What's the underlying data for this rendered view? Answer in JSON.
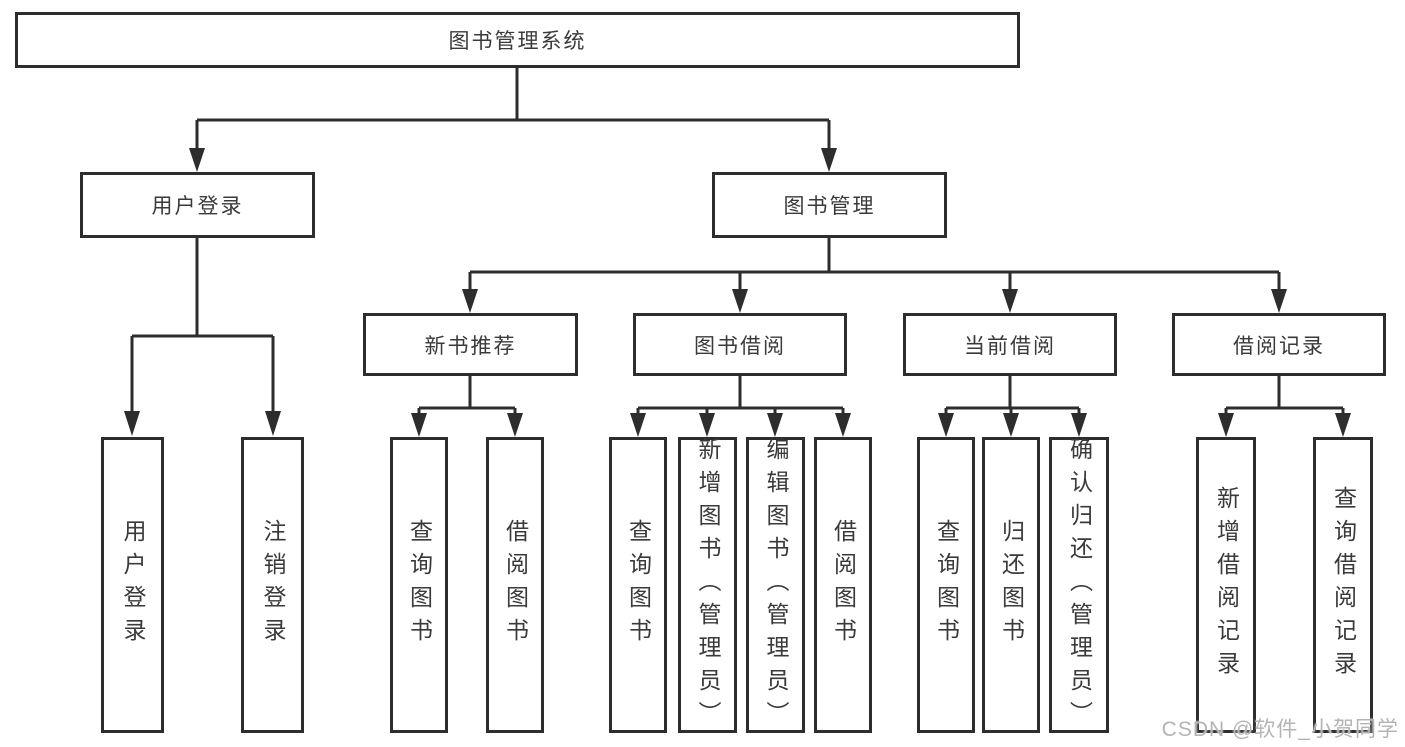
{
  "diagram": {
    "watermark": "CSDN @软件_小贺同学",
    "colors": {
      "line": "#2d2d2d",
      "box_border": "#2d2d2d",
      "text": "#3a3a3a",
      "background": "#ffffff",
      "watermark": "#b4b4b4"
    },
    "tree": {
      "label": "图书管理系统",
      "children": [
        {
          "label": "用户登录",
          "children": [
            {
              "label": "用户登录"
            },
            {
              "label": "注销登录"
            }
          ]
        },
        {
          "label": "图书管理",
          "children": [
            {
              "label": "新书推荐",
              "children": [
                {
                  "label": "查询图书"
                },
                {
                  "label": "借阅图书"
                }
              ]
            },
            {
              "label": "图书借阅",
              "children": [
                {
                  "label": "查询图书"
                },
                {
                  "label": "新增图书（管理员）"
                },
                {
                  "label": "编辑图书（管理员）"
                },
                {
                  "label": "借阅图书"
                }
              ]
            },
            {
              "label": "当前借阅",
              "children": [
                {
                  "label": "查询图书"
                },
                {
                  "label": "归还图书"
                },
                {
                  "label": "确认归还（管理员）"
                }
              ]
            },
            {
              "label": "借阅记录",
              "children": [
                {
                  "label": "新增借阅记录"
                },
                {
                  "label": "查询借阅记录"
                }
              ]
            }
          ]
        }
      ]
    }
  }
}
